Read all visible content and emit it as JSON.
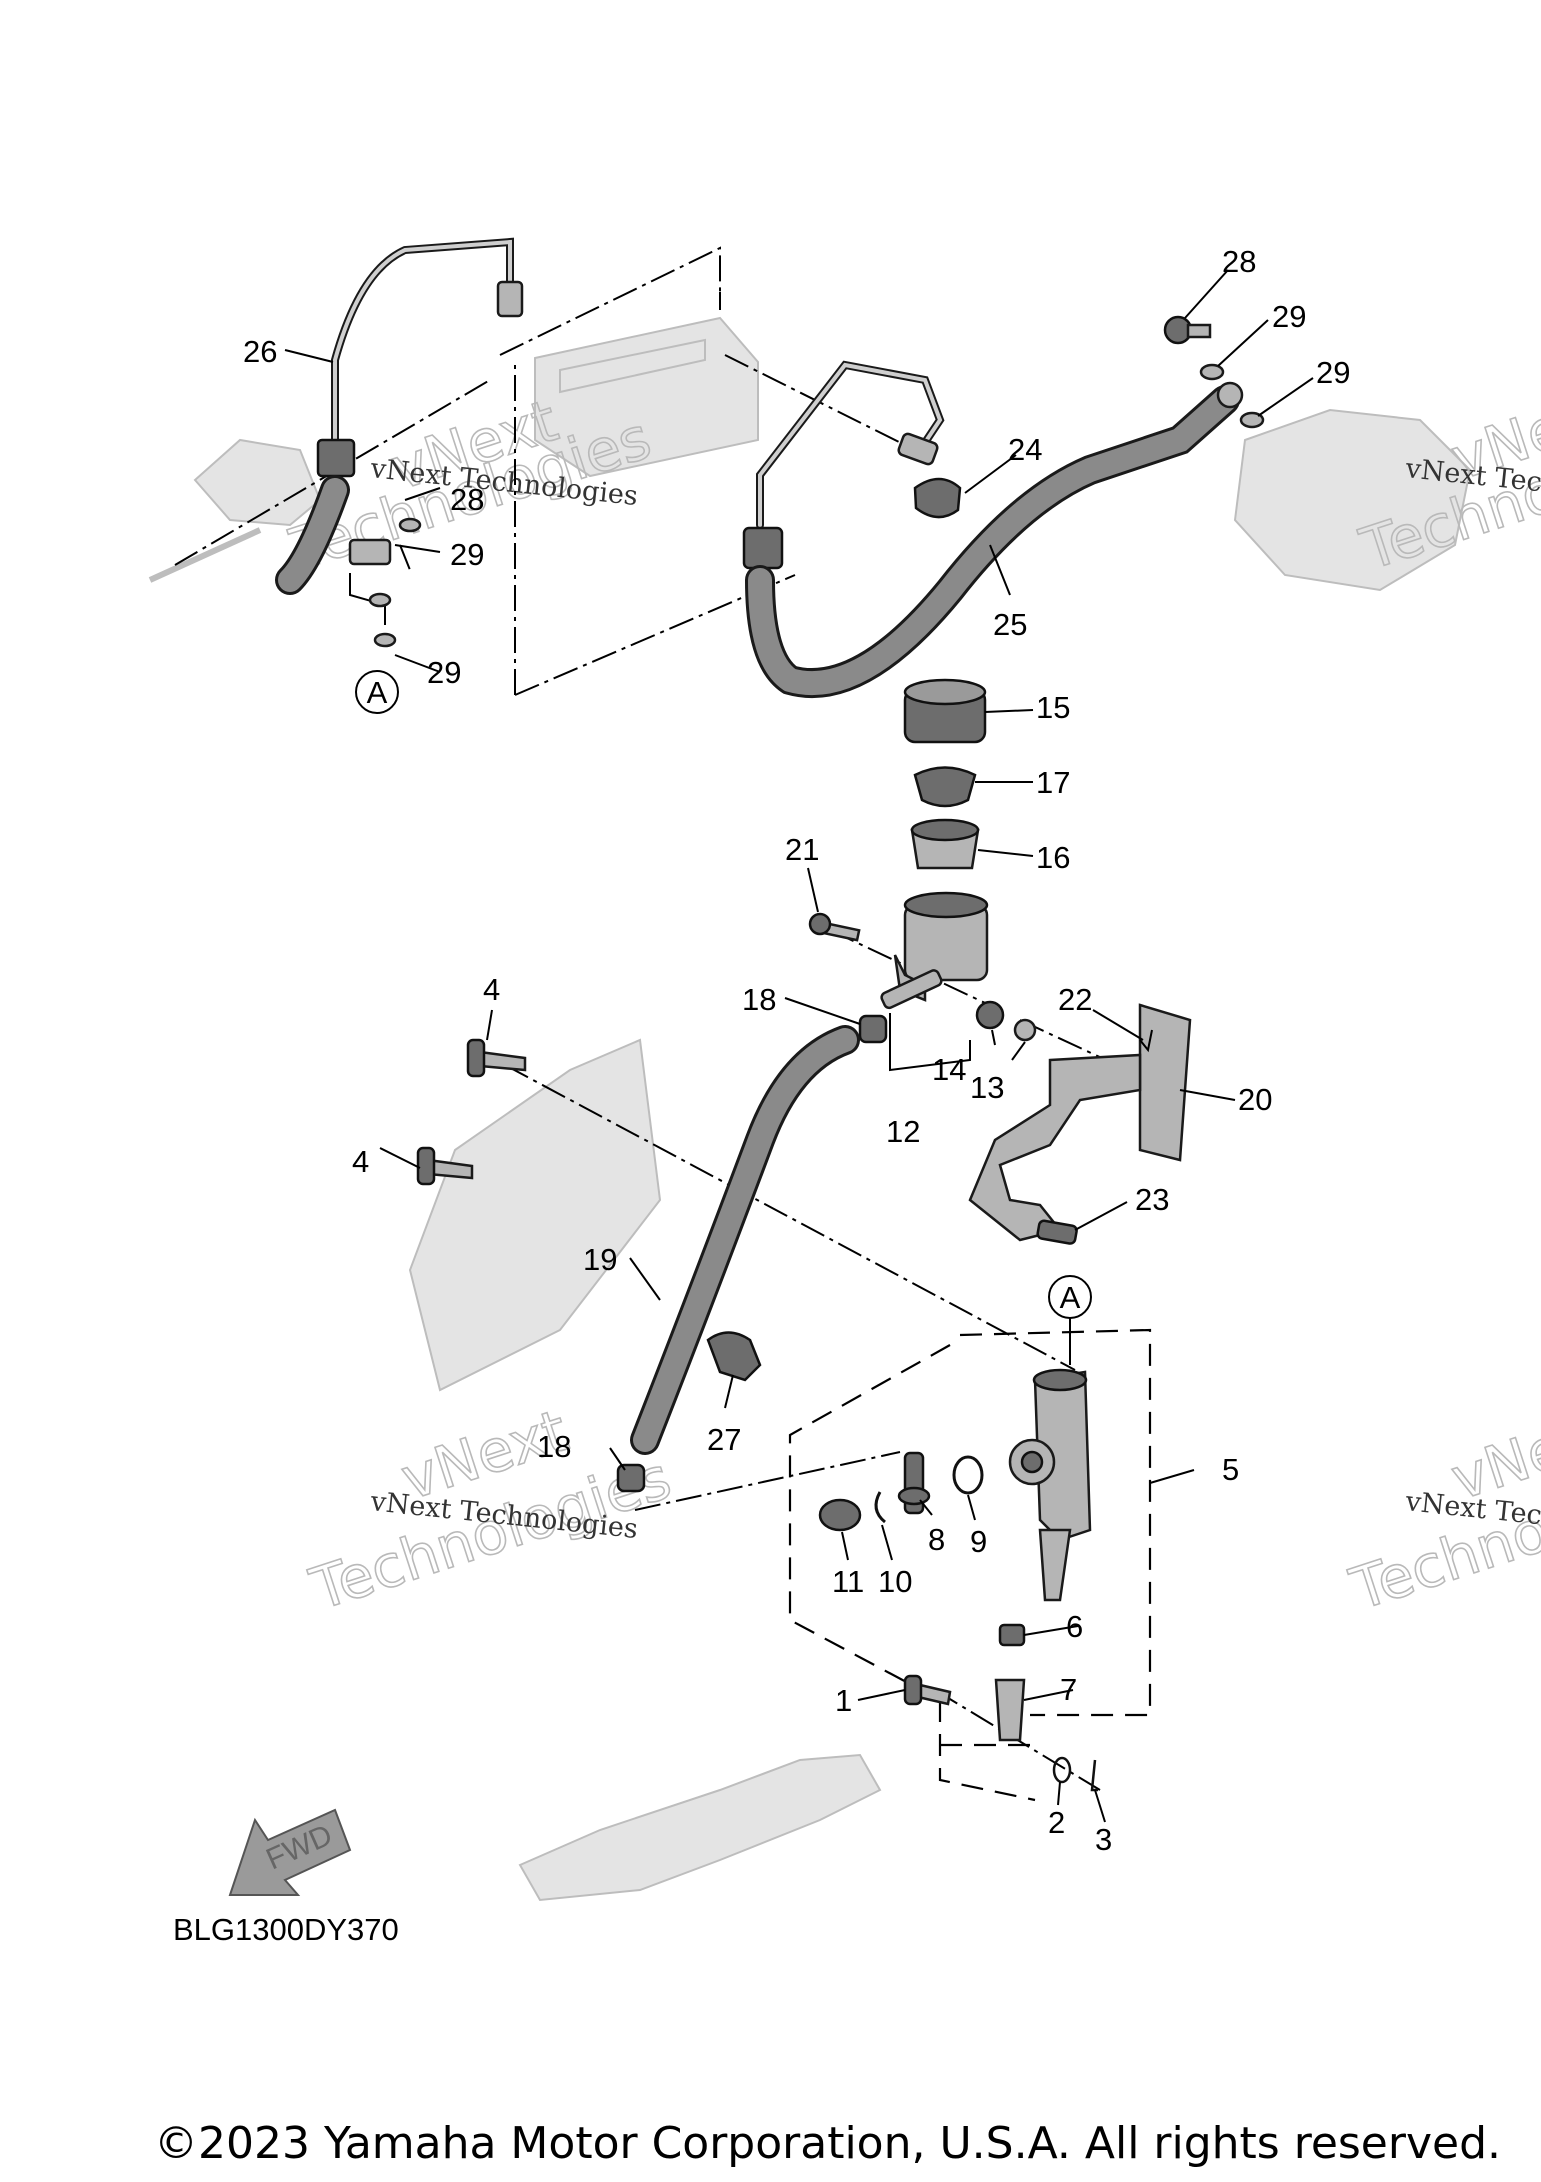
{
  "diagram_code": "BLG1300DY370",
  "fwd_label": "FWD",
  "circle_ref": "A",
  "watermark": {
    "line1": "vNext Technologies",
    "big1": "vNext",
    "big2": "Technologies"
  },
  "callouts": {
    "c1": "1",
    "c2": "2",
    "c3": "3",
    "c4a": "4",
    "c4b": "4",
    "c5": "5",
    "c6": "6",
    "c7": "7",
    "c8": "8",
    "c9": "9",
    "c10": "10",
    "c11": "11",
    "c12": "12",
    "c13": "13",
    "c14": "14",
    "c15": "15",
    "c16": "16",
    "c17": "17",
    "c18a": "18",
    "c18b": "18",
    "c19": "19",
    "c20": "20",
    "c21": "21",
    "c22": "22",
    "c23": "23",
    "c24": "24",
    "c25": "25",
    "c26": "26",
    "c27": "27",
    "c28a": "28",
    "c28b": "28",
    "c29a": "29",
    "c29b": "29",
    "c29c": "29",
    "c29d": "29"
  },
  "footer": "©2023 Yamaha Motor Corporation, U.S.A. All rights reserved."
}
